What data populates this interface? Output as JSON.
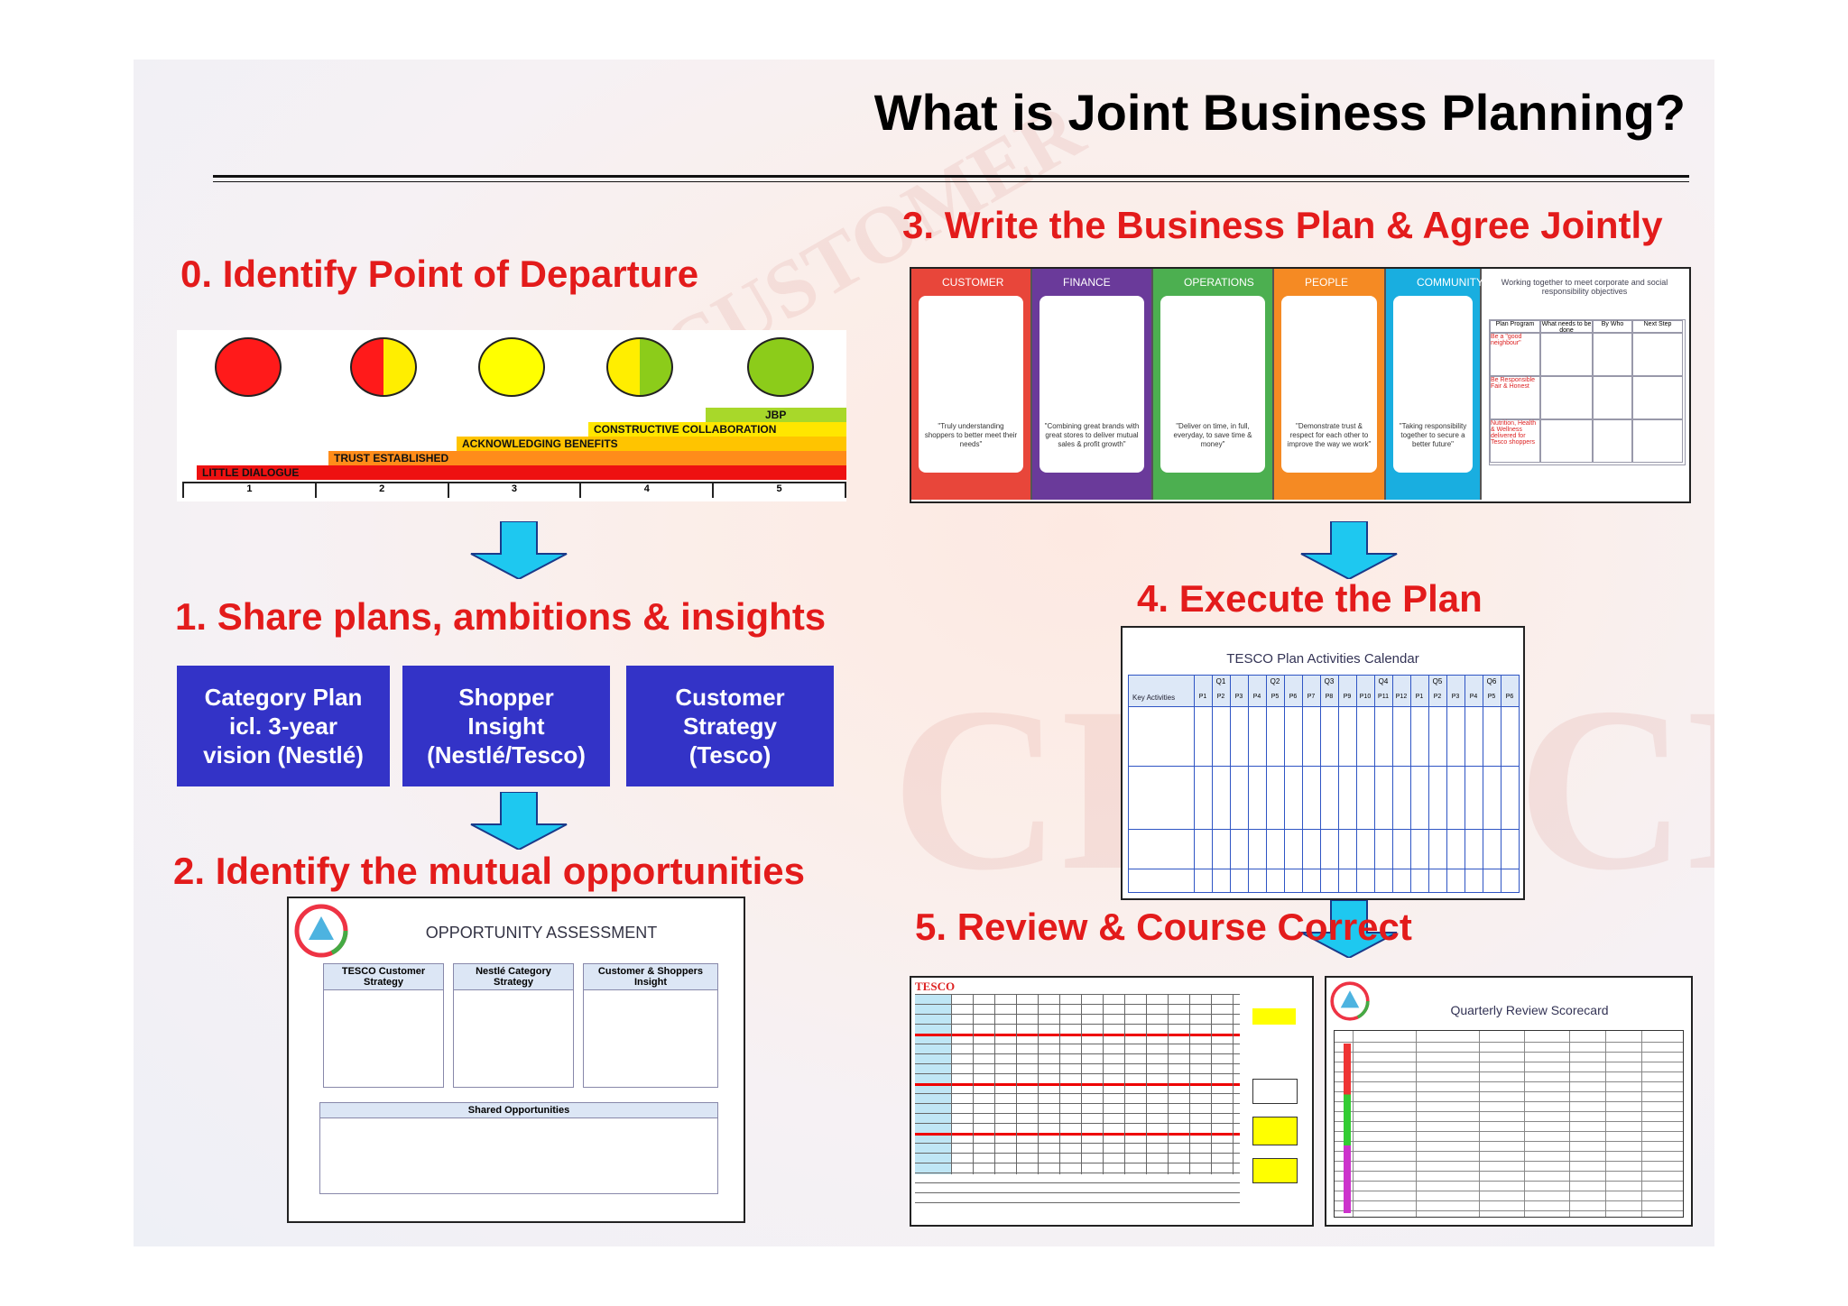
{
  "title": "What is Joint Business Planning?",
  "steps": {
    "s0": "0. Identify Point of Departure",
    "s1": "1. Share plans, ambitions & insights",
    "s2": "2. Identify the mutual opportunities",
    "s3": "3. Write the Business Plan & Agree Jointly",
    "s4": "4. Execute the Plan",
    "s5": "5. Review & Course Correct"
  },
  "departure": {
    "stages": [
      "LITTLE DIALOGUE",
      "TRUST ESTABLISHED",
      "ACKNOWLEDGING BENEFITS",
      "CONSTRUCTIVE COLLABORATION",
      "JBP"
    ],
    "scale": [
      "1",
      "2",
      "3",
      "4",
      "5"
    ]
  },
  "share_boxes": [
    {
      "line1": "Category Plan",
      "line2": "icl. 3-year",
      "line3": "vision (Nestlé)"
    },
    {
      "line1": "Shopper",
      "line2": "Insight",
      "line3": "(Nestlé/Tesco)"
    },
    {
      "line1": "Customer",
      "line2": "Strategy",
      "line3": "(Tesco)"
    }
  ],
  "opportunity": {
    "title": "OPPORTUNITY ASSESSMENT",
    "cols": [
      "TESCO Customer Strategy",
      "Nestlé Category Strategy",
      "Customer & Shoppers Insight"
    ],
    "shared": "Shared Opportunities"
  },
  "plan_panels": [
    {
      "name": "CUSTOMER",
      "text": "\"Truly understanding shoppers to better meet their needs\""
    },
    {
      "name": "FINANCE",
      "text": "\"Combining great brands with great stores to deliver mutual sales & profit growth\""
    },
    {
      "name": "OPERATIONS",
      "text": "\"Deliver on time, in full, everyday, to save time & money\""
    },
    {
      "name": "PEOPLE",
      "text": "\"Demonstrate trust & respect for each other to improve the way we work\""
    },
    {
      "name": "COMMUNITY",
      "text": "\"Taking responsibility together to secure a better future\""
    }
  ],
  "plan_table": {
    "heading": "Working together to meet corporate and social responsibility objectives",
    "cols": [
      "Plan Program",
      "What needs to be done",
      "By Who",
      "Next Step"
    ],
    "rows": [
      "Be a \"good neighbour\"",
      "Be Responsible Fair & Honest",
      "Nutrition, Health & Wellness delivered for Tesco shoppers"
    ]
  },
  "calendar": {
    "title": "TESCO Plan Activities Calendar",
    "quarters": [
      "Q1",
      "Q2",
      "Q3",
      "Q4",
      "Q5",
      "Q6"
    ],
    "periods": [
      "P1",
      "P2",
      "P3",
      "P4",
      "P5",
      "P6",
      "P7",
      "P8",
      "P9",
      "P10",
      "P11",
      "P12",
      "P1",
      "P2",
      "P3",
      "P4",
      "P5",
      "P6"
    ],
    "first_col": "Key Activities"
  },
  "review": {
    "tesco_logo": "TESCO",
    "scorecard_title": "Quarterly Review Scorecard"
  },
  "colors": {
    "accent_red": "#e31b1b",
    "box_blue": "#3333c7",
    "arrow_cyan": "#1ec8f0",
    "customer": "#e8463a",
    "finance": "#6a3a9a",
    "operations": "#4caf50",
    "people": "#f58a23",
    "community": "#19aee0"
  }
}
